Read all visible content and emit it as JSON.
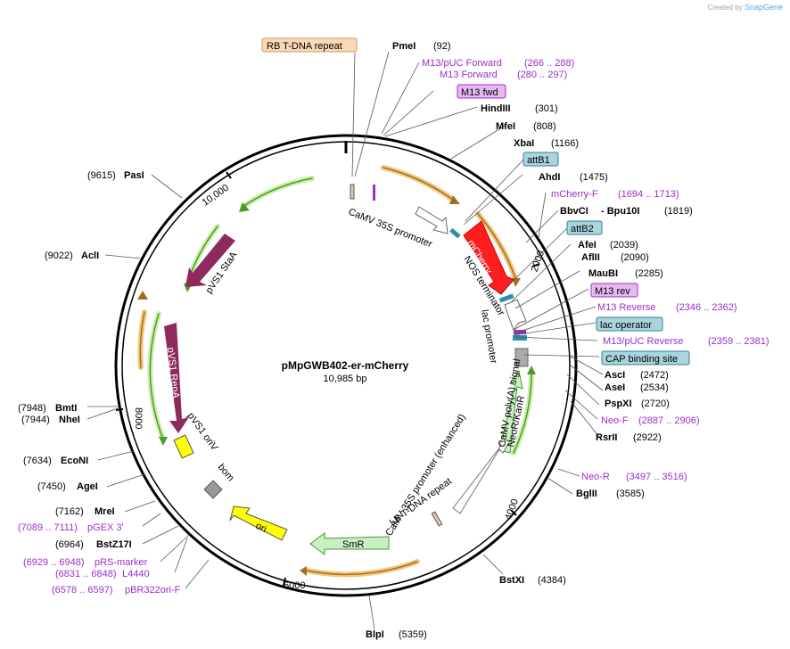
{
  "credit": {
    "prefix": "Created by",
    "brand": "SnapGene"
  },
  "plasmid": {
    "name": "pMpGWB402-er-mCherry",
    "size": "10,985 bp"
  },
  "ticks": [
    "10,000",
    "2000",
    "4000",
    "6000",
    "8000"
  ],
  "enzymes_right": [
    {
      "name": "PmeI",
      "pos": "(92)"
    },
    {
      "name": "HindIII",
      "pos": "(301)"
    },
    {
      "name": "MfeI",
      "pos": "(808)"
    },
    {
      "name": "XbaI",
      "pos": "(1166)"
    },
    {
      "name": "AhdI",
      "pos": "(1475)"
    },
    {
      "name": "BbvCI",
      "extra": "- Bpu10I",
      "pos": "(1819)"
    },
    {
      "name": "AfeI",
      "pos": "(2039)"
    },
    {
      "name": "AflII",
      "pos": "(2090)"
    },
    {
      "name": "MauBI",
      "pos": "(2285)"
    },
    {
      "name": "AscI",
      "pos": "(2472)"
    },
    {
      "name": "AseI",
      "pos": "(2534)"
    },
    {
      "name": "PspXI",
      "pos": "(2720)"
    },
    {
      "name": "RsrII",
      "pos": "(2922)"
    },
    {
      "name": "BglII",
      "pos": "(3585)"
    },
    {
      "name": "BstXI",
      "pos": "(4384)"
    },
    {
      "name": "BlpI",
      "pos": "(5359)"
    }
  ],
  "enzymes_left": [
    {
      "name": "PasI",
      "pos": "(9615)"
    },
    {
      "name": "AclI",
      "pos": "(9022)"
    },
    {
      "name": "BmtI",
      "pos": "(7948)"
    },
    {
      "name": "NheI",
      "pos": "(7944)"
    },
    {
      "name": "EcoNI",
      "pos": "(7634)"
    },
    {
      "name": "AgeI",
      "pos": "(7450)"
    },
    {
      "name": "MreI",
      "pos": "(7162)"
    },
    {
      "name": "BstZ17I",
      "pos": "(6964)"
    }
  ],
  "primers": [
    {
      "name": "M13/pUC Forward",
      "range": "(266 .. 288)"
    },
    {
      "name": "M13 Forward",
      "range": "(280 .. 297)"
    },
    {
      "name": "mCherry-F",
      "range": "(1694 .. 1713)"
    },
    {
      "name": "M13 Reverse",
      "range": "(2346 .. 2362)"
    },
    {
      "name": "M13/pUC Reverse",
      "range": "(2359 .. 2381)"
    },
    {
      "name": "Neo-F",
      "range": "(2887 .. 2906)"
    },
    {
      "name": "Neo-R",
      "range": "(3497 .. 3516)"
    },
    {
      "name": "pGEX 3'",
      "range": "(7089 .. 7111)"
    },
    {
      "name": "pRS-marker",
      "range": "(6929 .. 6948)"
    },
    {
      "name": "L4440",
      "range": "(6831 .. 6848)"
    },
    {
      "name": "pBR322ori-F",
      "range": "(6578 .. 6597)"
    }
  ],
  "boxed_features": [
    {
      "name": "RB T-DNA repeat",
      "color": "#fbd9b4"
    },
    {
      "name": "M13 fwd",
      "color": "#e6b8f0"
    },
    {
      "name": "attB1",
      "color": "#a9d5de"
    },
    {
      "name": "attB2",
      "color": "#a9d5de"
    },
    {
      "name": "M13 rev",
      "color": "#e6b8f0"
    },
    {
      "name": "lac operator",
      "color": "#a9d5de"
    },
    {
      "name": "CAP binding site",
      "color": "#a9d5de"
    }
  ],
  "inner_features": [
    {
      "name": "CaMV 35S promoter"
    },
    {
      "name": "mCherry",
      "color": "#ff1e1e"
    },
    {
      "name": "NOS terminator"
    },
    {
      "name": "lac promoter"
    },
    {
      "name": "CaMV poly(A) signal"
    },
    {
      "name": "NeoR/KanR",
      "color": "#c9f0c5"
    },
    {
      "name": "CaMV 35S promoter (enhanced)"
    },
    {
      "name": "LB T-DNA repeat"
    },
    {
      "name": "SmR",
      "color": "#c9f0c5"
    },
    {
      "name": "ori",
      "color": "#ffff00"
    },
    {
      "name": "bom"
    },
    {
      "name": "pVS1 oriV"
    },
    {
      "name": "pVS1 RepA",
      "color": "#8e2a5e"
    },
    {
      "name": "pVS1 StaA",
      "color": "#8e2a5e"
    }
  ]
}
